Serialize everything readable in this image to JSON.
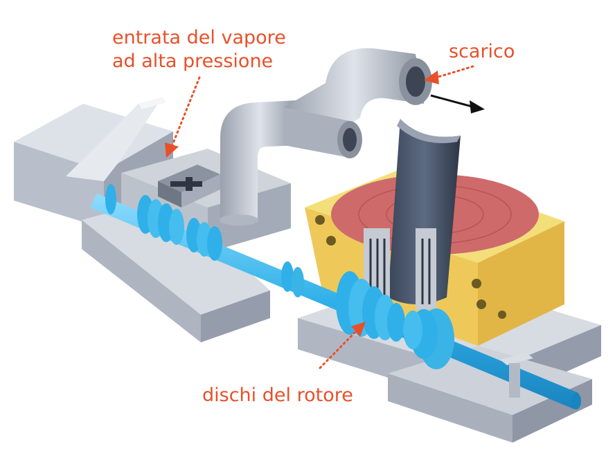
{
  "labels": {
    "inlet_line1": "entrata del vapore",
    "inlet_line2": "ad alta pressione",
    "exhaust": "scarico",
    "rotor_discs": "dischi del rotore"
  },
  "colors": {
    "label": "#e8502a",
    "shaft": "#3ab4e6",
    "metal": "#c4c9d2",
    "casing": "#f3df7a",
    "core": "#cf6a6a",
    "arrow": "#111111"
  }
}
